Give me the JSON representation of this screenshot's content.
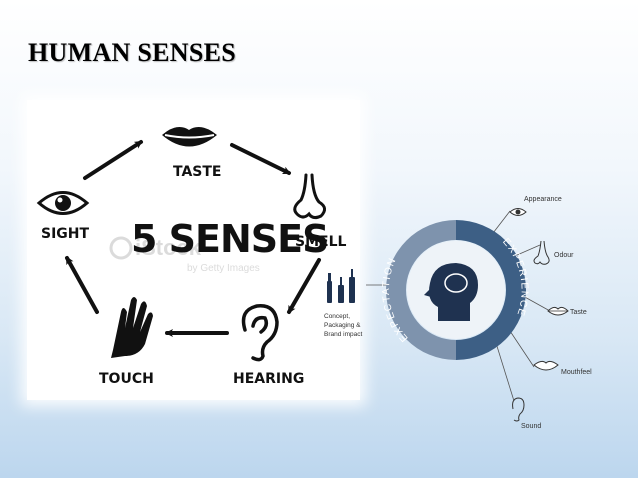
{
  "slide": {
    "title": "HUMAN SENSES"
  },
  "senses_diagram": {
    "center_label": "5 SENSES",
    "watermark_text": "iStock",
    "watermark_sub": "by Getty Images",
    "senses": [
      {
        "label": "TASTE",
        "icon": "lips-icon"
      },
      {
        "label": "SMELL",
        "icon": "nose-icon"
      },
      {
        "label": "HEARING",
        "icon": "ear-icon"
      },
      {
        "label": "TOUCH",
        "icon": "hand-icon"
      },
      {
        "label": "SIGHT",
        "icon": "eye-icon"
      }
    ],
    "line_color": "#111111"
  },
  "experience_diagram": {
    "ring_left_label": "EXPECTATION",
    "ring_right_label": "EXPERIENCE",
    "left_caption_lines": [
      "Concept,",
      "Packaging &",
      "Brand impact"
    ],
    "items": [
      {
        "label": "Appearance",
        "icon": "eye-icon"
      },
      {
        "label": "Odour",
        "icon": "nose-icon"
      },
      {
        "label": "Taste",
        "icon": "lips-icon"
      },
      {
        "label": "Mouthfeel",
        "icon": "mouth-icon"
      },
      {
        "label": "Sound",
        "icon": "ear-icon"
      }
    ],
    "colors": {
      "ring_left": "#7e93ad",
      "ring_right": "#3d5f85",
      "head": "#1f3250"
    }
  }
}
